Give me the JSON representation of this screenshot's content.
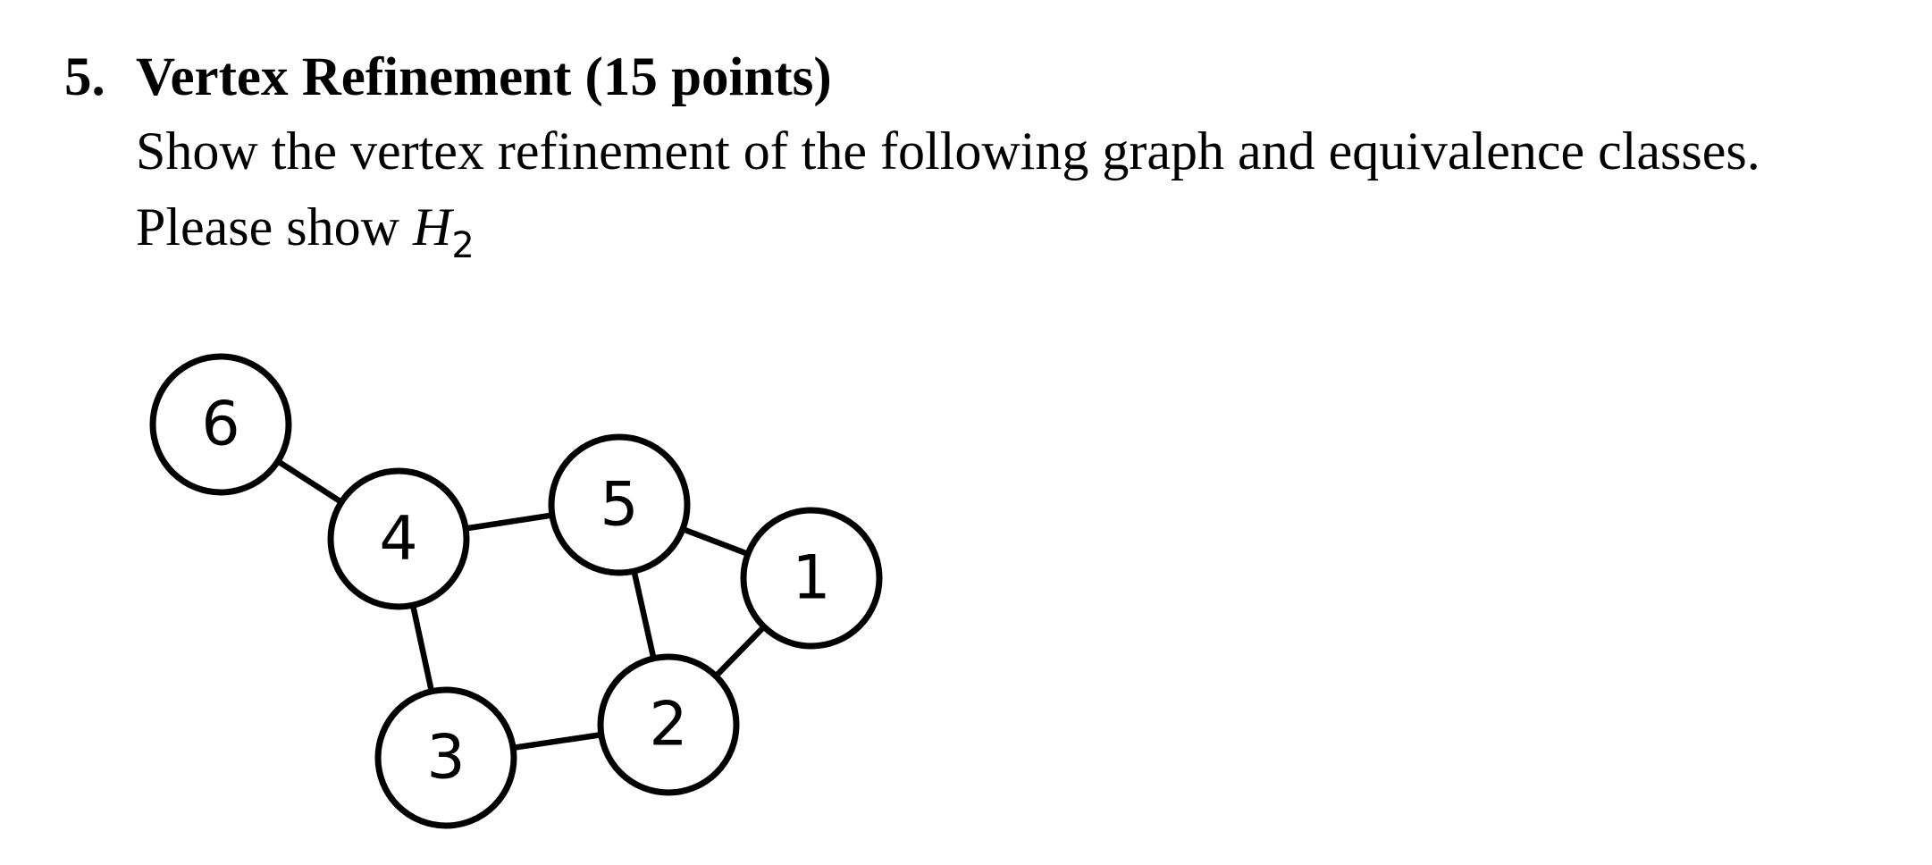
{
  "question": {
    "number": "5.",
    "title": "Vertex Refinement (15 points)",
    "instruction": "Show the vertex refinement of the following graph and equivalence classes.",
    "request_prefix": "Please show ",
    "request_math_symbol": "H",
    "request_math_subscript": "2"
  },
  "graph": {
    "nodes": [
      {
        "id": "6",
        "label": "6"
      },
      {
        "id": "4",
        "label": "4"
      },
      {
        "id": "5",
        "label": "5"
      },
      {
        "id": "1",
        "label": "1"
      },
      {
        "id": "2",
        "label": "2"
      },
      {
        "id": "3",
        "label": "3"
      }
    ],
    "edges": [
      [
        "6",
        "4"
      ],
      [
        "4",
        "5"
      ],
      [
        "4",
        "3"
      ],
      [
        "5",
        "1"
      ],
      [
        "5",
        "2"
      ],
      [
        "1",
        "2"
      ],
      [
        "3",
        "2"
      ]
    ]
  }
}
